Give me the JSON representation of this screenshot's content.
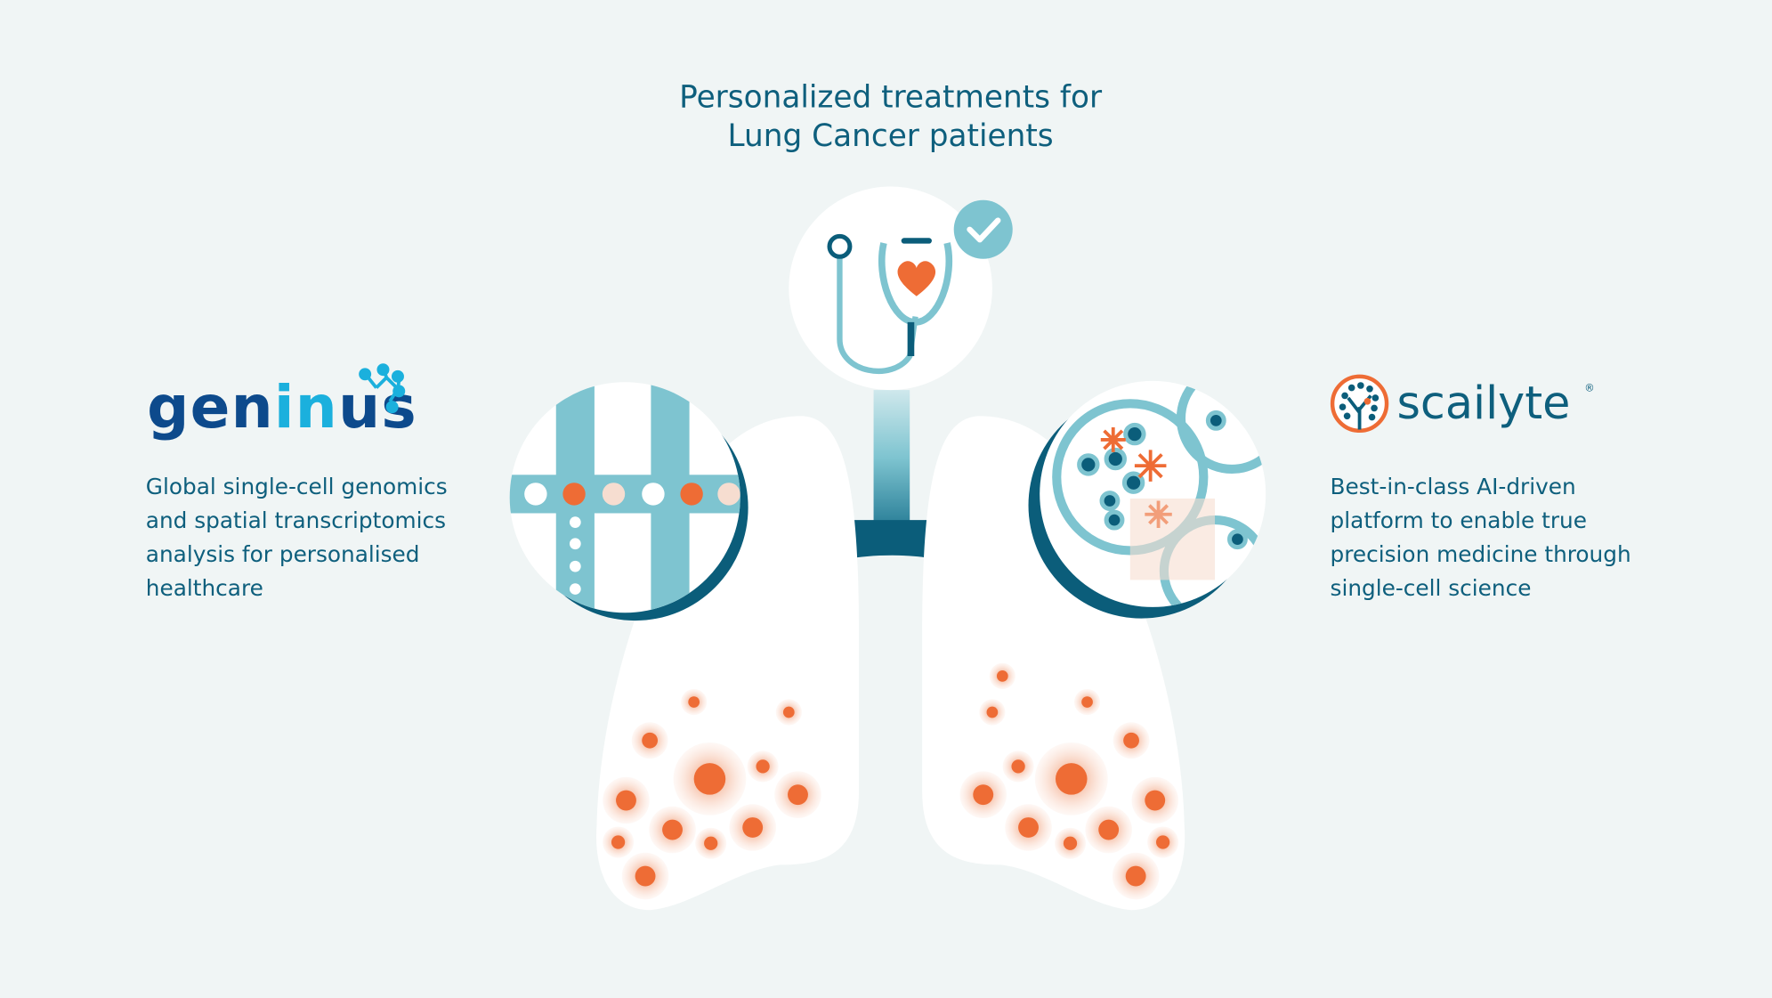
{
  "title": {
    "line1": "Personalized treatments for",
    "line2": "Lung Cancer patients"
  },
  "left": {
    "logo_text": "geninus",
    "description": [
      "Global single-cell genomics",
      "and spatial transcriptomics",
      "analysis for personalised",
      "healthcare"
    ]
  },
  "right": {
    "logo_text": "scailyte",
    "logo_mark": "®",
    "description": [
      "Best-in-class AI-driven",
      "platform to enable true",
      "precision medicine through",
      "single-cell science"
    ]
  },
  "colors": {
    "background": "#f0f5f5",
    "text": "#0e5f7d",
    "teal": "#7ec4d0",
    "dark_teal": "#0b5d7a",
    "orange": "#ee6c35",
    "geninus_blue": "#0d4a8c",
    "geninus_cyan": "#1bb0dd"
  },
  "icons": [
    "stethoscope-icon",
    "heart-icon",
    "check-icon",
    "lungs-illustration",
    "dna-magnifier-icon",
    "cell-magnifier-icon"
  ]
}
